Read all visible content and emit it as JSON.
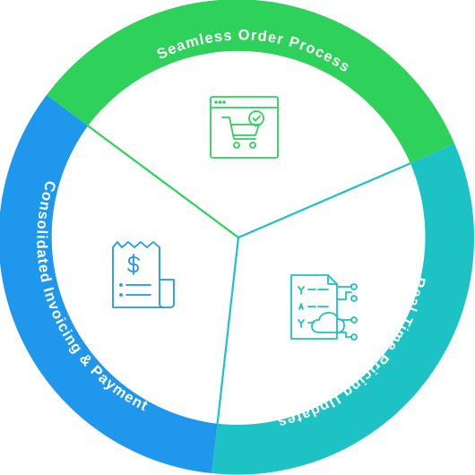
{
  "segments": [
    {
      "id": "order",
      "label": "Seamless Order Process",
      "color": "#2ed15a",
      "icon": "shopping-cart-check-icon"
    },
    {
      "id": "pricing",
      "label": "Real Time Pricing Updates",
      "color": "#1cc2c4",
      "icon": "cloud-pricing-document-icon"
    },
    {
      "id": "invoice",
      "label": "Consolidated Invoicing & Payment",
      "color": "#1f97ec",
      "icon": "receipt-dollar-icon"
    }
  ]
}
